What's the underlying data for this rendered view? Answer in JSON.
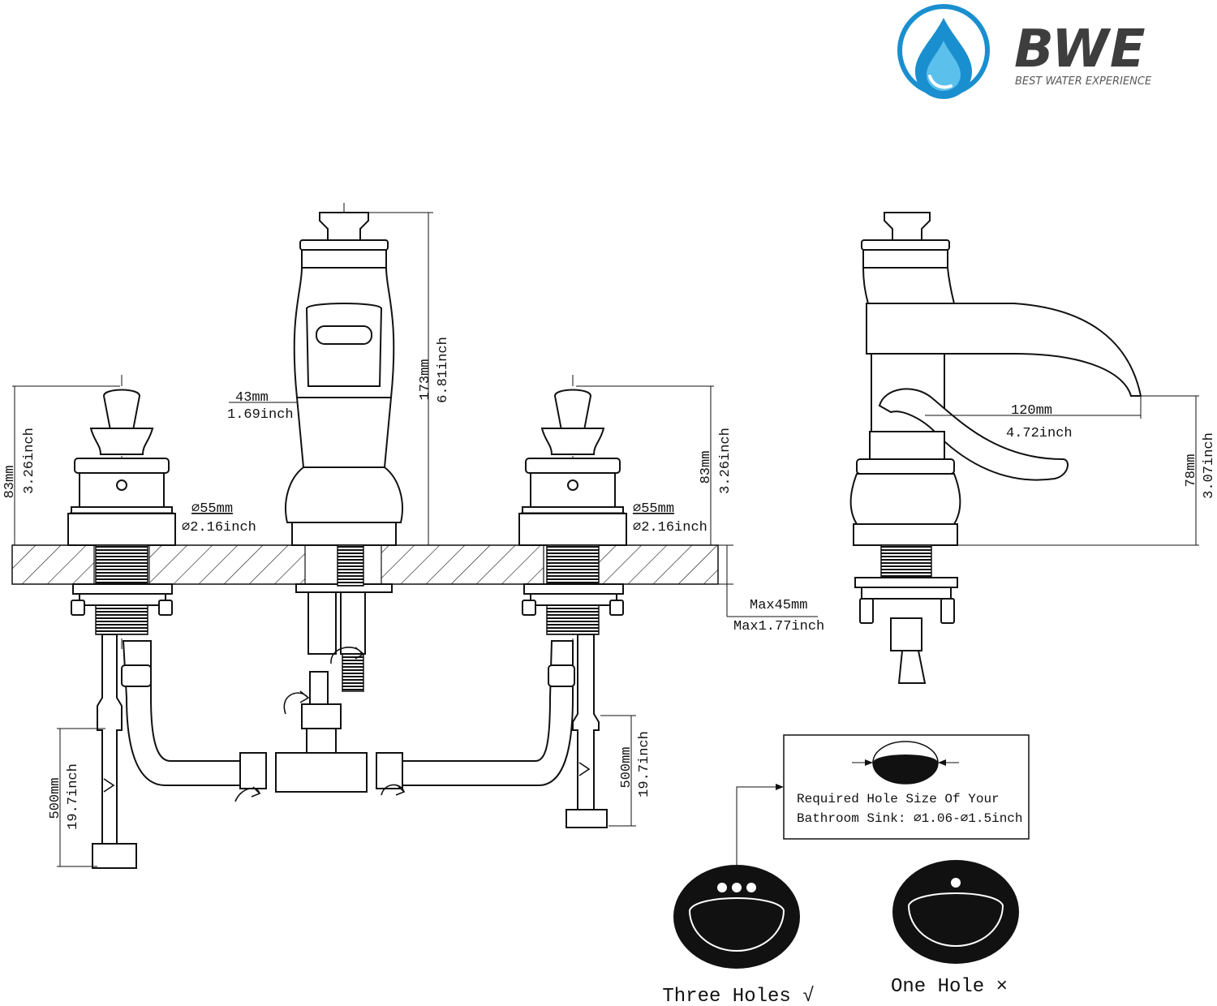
{
  "brand": {
    "name": "BWE",
    "tagline": "BEST WATER EXPERIENCE",
    "colors": {
      "blue": "#1a8fcf",
      "lightblue": "#5cc0ec",
      "gray": "#3e3e3e"
    }
  },
  "front_view": {
    "handle_height_mm": "83mm",
    "handle_height_in": "3.26inch",
    "handle_base_mm": "⌀55mm",
    "handle_base_in": "⌀2.16inch",
    "spout_neck_mm": "43mm",
    "spout_neck_in": "1.69inch",
    "total_height_mm": "173mm",
    "total_height_in": "6.81inch",
    "deck_max_mm": "Max45mm",
    "deck_max_in": "Max1.77inch",
    "hose_length_mm": "500mm",
    "hose_length_in": "19.7inch"
  },
  "side_view": {
    "reach_mm": "120mm",
    "reach_in": "4.72inch",
    "spout_height_mm": "78mm",
    "spout_height_in": "3.07inch"
  },
  "hole_note": {
    "line1": "Required Hole Size Of Your",
    "line2": "Bathroom Sink: ⌀1.06-⌀1.5inch"
  },
  "sinks": {
    "three_holes": "Three Holes √",
    "one_hole": "One Hole ×"
  }
}
